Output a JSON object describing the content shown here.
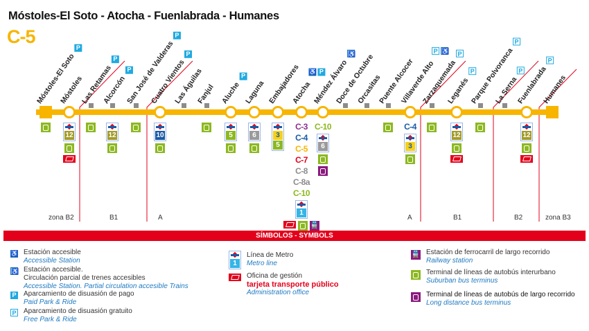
{
  "title": "Móstoles-El Soto - Atocha - Fuenlabrada - Humanes",
  "line_label": "C-5",
  "colors": {
    "line": "#f7b500",
    "zone": "#e3001b",
    "bus": "#8cb820",
    "longbus": "#8a1a7e"
  },
  "metro_colors": {
    "1": [
      "#35b5e6",
      "#fff"
    ],
    "3": [
      "#f7d117",
      "#1a5aa6"
    ],
    "5": [
      "#8cb820",
      "#fff"
    ],
    "6": [
      "#9a9a9a",
      "#fff"
    ],
    "10": [
      "#1a5aa6",
      "#fff"
    ],
    "12": [
      "#a39c2a",
      "#fff"
    ]
  },
  "cercanias_colors": {
    "C-3": "#8a2f8c",
    "C-4": "#1a5aa6",
    "C-5": "#f7b500",
    "C-7": "#e3001b",
    "C-8": "#8c8c8c",
    "C-8a": "#8c8c8c",
    "C-10": "#8cb820"
  },
  "stations": [
    {
      "name": "Móstoles-El Soto",
      "type": "terminus",
      "top": [
        "paid"
      ],
      "below": [
        [
          "bus"
        ]
      ]
    },
    {
      "name": "Móstoles",
      "type": "major",
      "top": [],
      "below": [
        [
          "metro",
          "12"
        ],
        [
          "bus"
        ],
        [
          "office"
        ]
      ]
    },
    {
      "name": "Las Retamas",
      "type": "minor",
      "top": [
        "paid"
      ],
      "below": [
        [
          "bus"
        ]
      ]
    },
    {
      "name": "Alcorcón",
      "type": "minor",
      "top": [
        "paid"
      ],
      "below": [
        [
          "metro",
          "12"
        ],
        [
          "bus"
        ]
      ]
    },
    {
      "name": "San José de Valderas",
      "type": "minor",
      "top": [
        "paid"
      ],
      "below": [
        [
          "bus"
        ]
      ]
    },
    {
      "name": "Cuatro Vientos",
      "type": "major",
      "top": [
        "paid"
      ],
      "below": [
        [
          "metro",
          "10"
        ],
        [
          "bus"
        ]
      ]
    },
    {
      "name": "Las Águilas",
      "type": "minor",
      "top": [],
      "below": []
    },
    {
      "name": "Fanjul",
      "type": "minor",
      "top": [],
      "below": [
        [
          "bus"
        ]
      ]
    },
    {
      "name": "Aluche",
      "type": "major",
      "top": [
        "paid"
      ],
      "below": [
        [
          "metro",
          "5"
        ],
        [
          "bus"
        ]
      ]
    },
    {
      "name": "Laguna",
      "type": "major",
      "top": [],
      "below": [
        [
          "metro",
          "6"
        ],
        [
          "bus"
        ]
      ]
    },
    {
      "name": "Embajadores",
      "type": "major",
      "top": [],
      "below": [
        [
          "metro",
          "3",
          "5"
        ]
      ]
    },
    {
      "name": "Atocha",
      "type": "major",
      "top": [
        "accessible",
        "paid"
      ],
      "below": [
        [
          "cer",
          "C-3"
        ],
        [
          "cer",
          "C-4"
        ],
        [
          "cer",
          "C-5"
        ],
        [
          "cer",
          "C-7"
        ],
        [
          "cer",
          "C-8"
        ],
        [
          "cer",
          "C-8a"
        ],
        [
          "cer",
          "C-10"
        ],
        [
          "metro",
          "1"
        ],
        [
          "row",
          "office",
          "bus",
          "rail"
        ]
      ]
    },
    {
      "name": "Méndez Álvaro",
      "type": "major",
      "top": [
        "accessible-partial"
      ],
      "below": [
        [
          "cer",
          "C-10"
        ],
        [
          "metro",
          "6"
        ],
        [
          "bus"
        ],
        [
          "longbus"
        ]
      ]
    },
    {
      "name": "Doce de Octubre",
      "type": "minor",
      "top": [],
      "below": []
    },
    {
      "name": "Orcasitas",
      "type": "minor",
      "top": [],
      "below": []
    },
    {
      "name": "Puente Alcocer",
      "type": "minor",
      "top": [],
      "below": [
        [
          "bus"
        ]
      ]
    },
    {
      "name": "Villaverde Alto",
      "type": "major",
      "top": [
        "free",
        "accessible-partial"
      ],
      "below": [
        [
          "cer",
          "C-4"
        ],
        [
          "metro",
          "3"
        ],
        [
          "bus"
        ]
      ]
    },
    {
      "name": "Zarzaquemada",
      "type": "minor",
      "top": [
        "free"
      ],
      "below": [
        [
          "bus"
        ]
      ]
    },
    {
      "name": "Leganés",
      "type": "major",
      "top": [
        "free"
      ],
      "below": [
        [
          "metro",
          "12"
        ],
        [
          "bus"
        ],
        [
          "office"
        ]
      ]
    },
    {
      "name": "Parque Polvoranca",
      "type": "minor",
      "top": [
        "free"
      ],
      "below": [
        [
          "bus"
        ]
      ]
    },
    {
      "name": "La Serna",
      "type": "minor",
      "top": [
        "free"
      ],
      "below": []
    },
    {
      "name": "Fuenlabrada",
      "type": "major",
      "top": [
        "free"
      ],
      "below": [
        [
          "metro",
          "12"
        ],
        [
          "bus"
        ],
        [
          "office"
        ]
      ]
    },
    {
      "name": "Humanes",
      "type": "terminus",
      "top": [],
      "below": []
    }
  ],
  "zones": [
    "zona B2",
    "B1",
    "A",
    "A",
    "B1",
    "B2",
    "zona B3"
  ],
  "legend": {
    "header": "SÍMBOLOS - SYMBOLS",
    "accessible": {
      "es": "Estación accesible",
      "en": "Accessible Station"
    },
    "partial": {
      "es": "Estación accesible.",
      "es2": "Circulación parcial de trenes accesibles",
      "en": "Accessible Station. Partial circulation accesible Trains"
    },
    "paid": {
      "es": "Aparcamiento de disuasión de pago",
      "en": "Paid Park & Ride"
    },
    "free": {
      "es": "Aparcamiento de disuasión gratuito",
      "en": "Free Park & Ride"
    },
    "metro": {
      "es": "Línea de Metro",
      "en": "Metro line",
      "num": "1"
    },
    "office": {
      "es": "Oficina de gestión",
      "es2": "tarjeta transporte público",
      "en": "Administration office"
    },
    "rail": {
      "es": "Estación de ferrocarril de largo recorrido",
      "en": "Railway station"
    },
    "bus": {
      "es": "Terminal de líneas de autobús interurbano",
      "en": "Suburban bus terminus"
    },
    "longbus": {
      "es": "Terminal de líneas de autobús de largo recorrido",
      "en": "Long distance bus terminus"
    }
  }
}
